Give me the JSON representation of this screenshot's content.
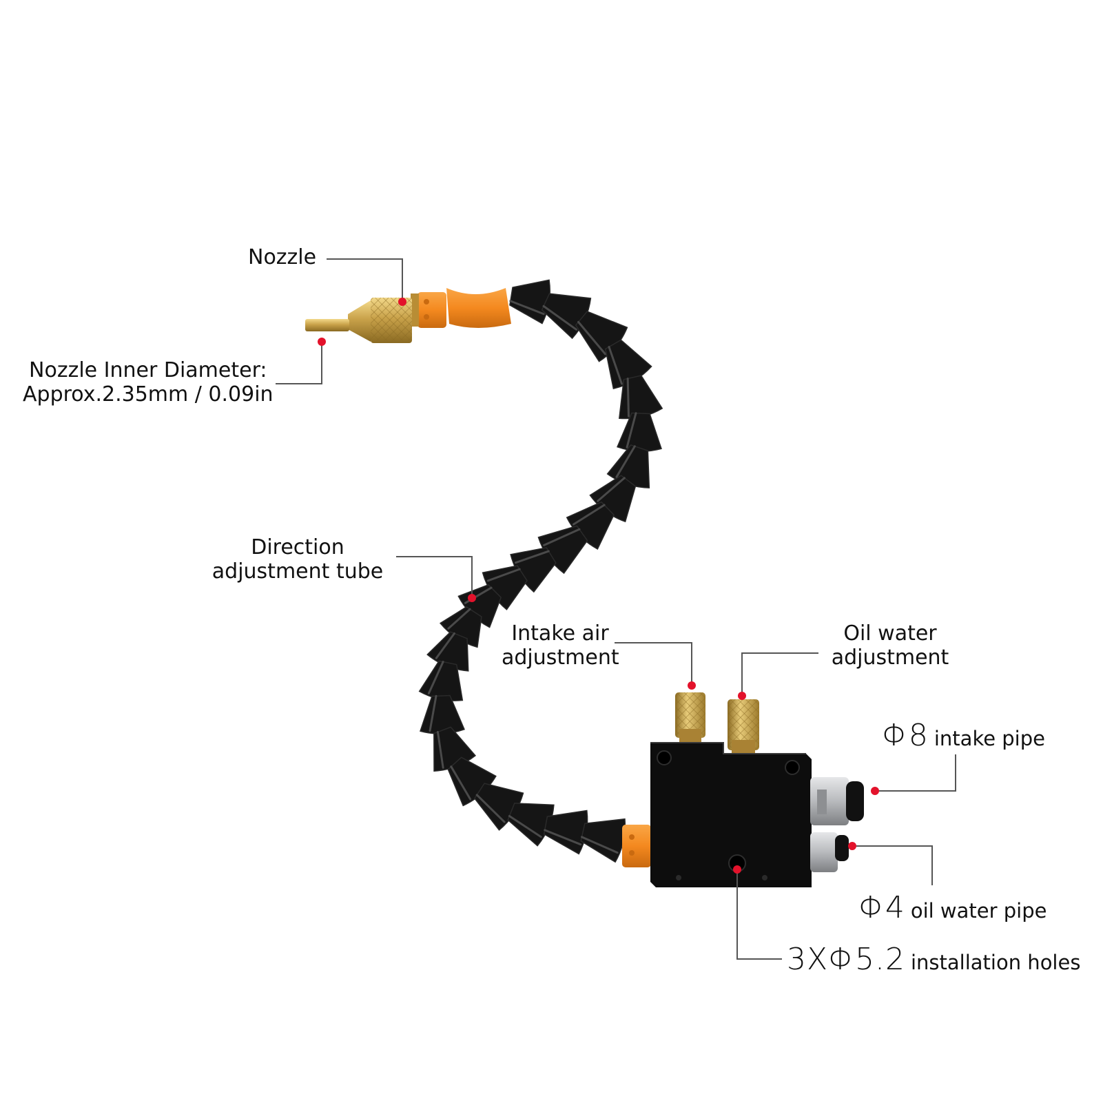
{
  "colors": {
    "leader_line": "#555555",
    "marker_dot": "#e3122b",
    "hose": "#151515",
    "orange_fitting": "#f4891f",
    "brass": "#c9a24a",
    "block": "#0d0d0d",
    "steel": "#b8babd"
  },
  "labels": {
    "nozzle": "Nozzle",
    "nozzle_diameter_line1": "Nozzle Inner Diameter:",
    "nozzle_diameter_line2": "Approx.2.35mm / 0.09in",
    "direction_line1": "Direction",
    "direction_line2": "adjustment tube",
    "intake_air_line1": "Intake air",
    "intake_air_line2": "adjustment",
    "oil_water_line1": "Oil water",
    "oil_water_line2": "adjustment",
    "intake_pipe_size": "Φ8",
    "intake_pipe_text": "intake pipe",
    "oil_pipe_size": "Φ4",
    "oil_pipe_text": "oil water pipe",
    "holes_size": "3XΦ5.2",
    "holes_text": "installation holes"
  }
}
